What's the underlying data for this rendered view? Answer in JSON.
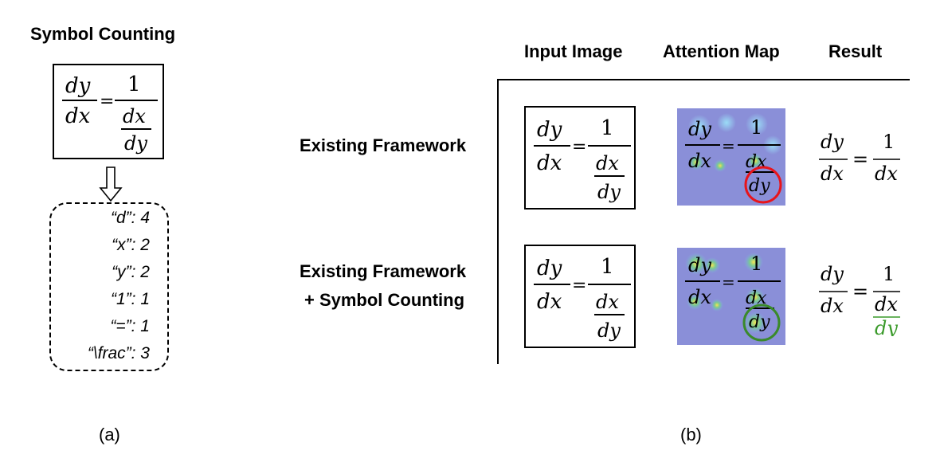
{
  "panel_a": {
    "title": "Symbol Counting",
    "counts": [
      {
        "text": "“d”: 4"
      },
      {
        "text": "“x”: 2"
      },
      {
        "text": "“y”: 2"
      },
      {
        "text": "“1”: 1"
      },
      {
        "text": "“=”: 1"
      },
      {
        "text": "“\\frac”: 3"
      }
    ],
    "label": "(a)"
  },
  "panel_b": {
    "headers": {
      "input": "Input Image",
      "attention": "Attention Map",
      "result": "Result"
    },
    "row1_label": "Existing Framework",
    "row2_label_line1": "Existing Framework",
    "row2_label_line2": "+ Symbol Counting",
    "label": "(b)"
  },
  "equation": {
    "num_left": "dy",
    "den_left": "dx",
    "equals": "=",
    "num_right": "1",
    "den_right_num": "dx",
    "den_right_den": "dy"
  },
  "results": {
    "row1": {
      "num_left": "dy",
      "den_left": "dx",
      "equals": "=",
      "num_right": "1",
      "den_right": "dx"
    },
    "row2": {
      "num_left": "dy",
      "den_left": "dx",
      "equals": "=",
      "num_right": "1",
      "den_right": "dx",
      "den_right_extra": "dy"
    }
  },
  "colors": {
    "error_circle": "#e8141b",
    "correct_circle": "#3a8a2a",
    "correct_text": "#3a9a2a",
    "attention_bg": "#8a8fd8"
  }
}
